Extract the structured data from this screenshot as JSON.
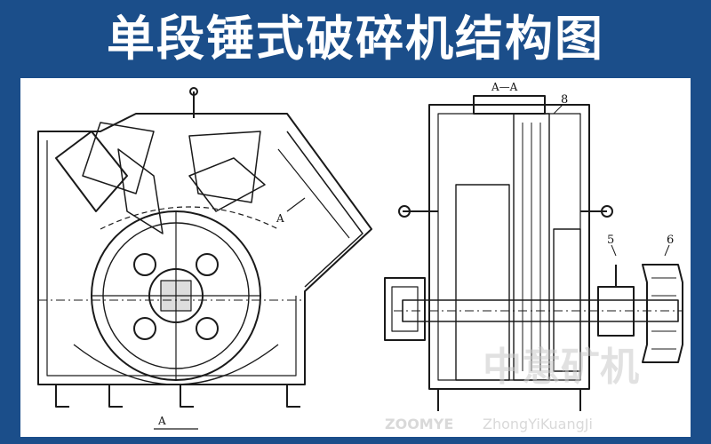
{
  "title": "单段锤式破碎机结构图",
  "section_label": "A—A",
  "arrow_label_top": "A",
  "arrow_label_bottom": "A",
  "part_labels": {
    "p8": "8",
    "p5": "5",
    "p6": "6"
  },
  "watermark": {
    "brand_zh": "中意矿机",
    "brand_en": "ZOOMYE",
    "pinyin": "ZhongYiKuangJi"
  },
  "colors": {
    "background": "#1b4e8a",
    "panel": "#ffffff",
    "ink": "#1a1a1a",
    "watermark": "#c9c9c9"
  }
}
